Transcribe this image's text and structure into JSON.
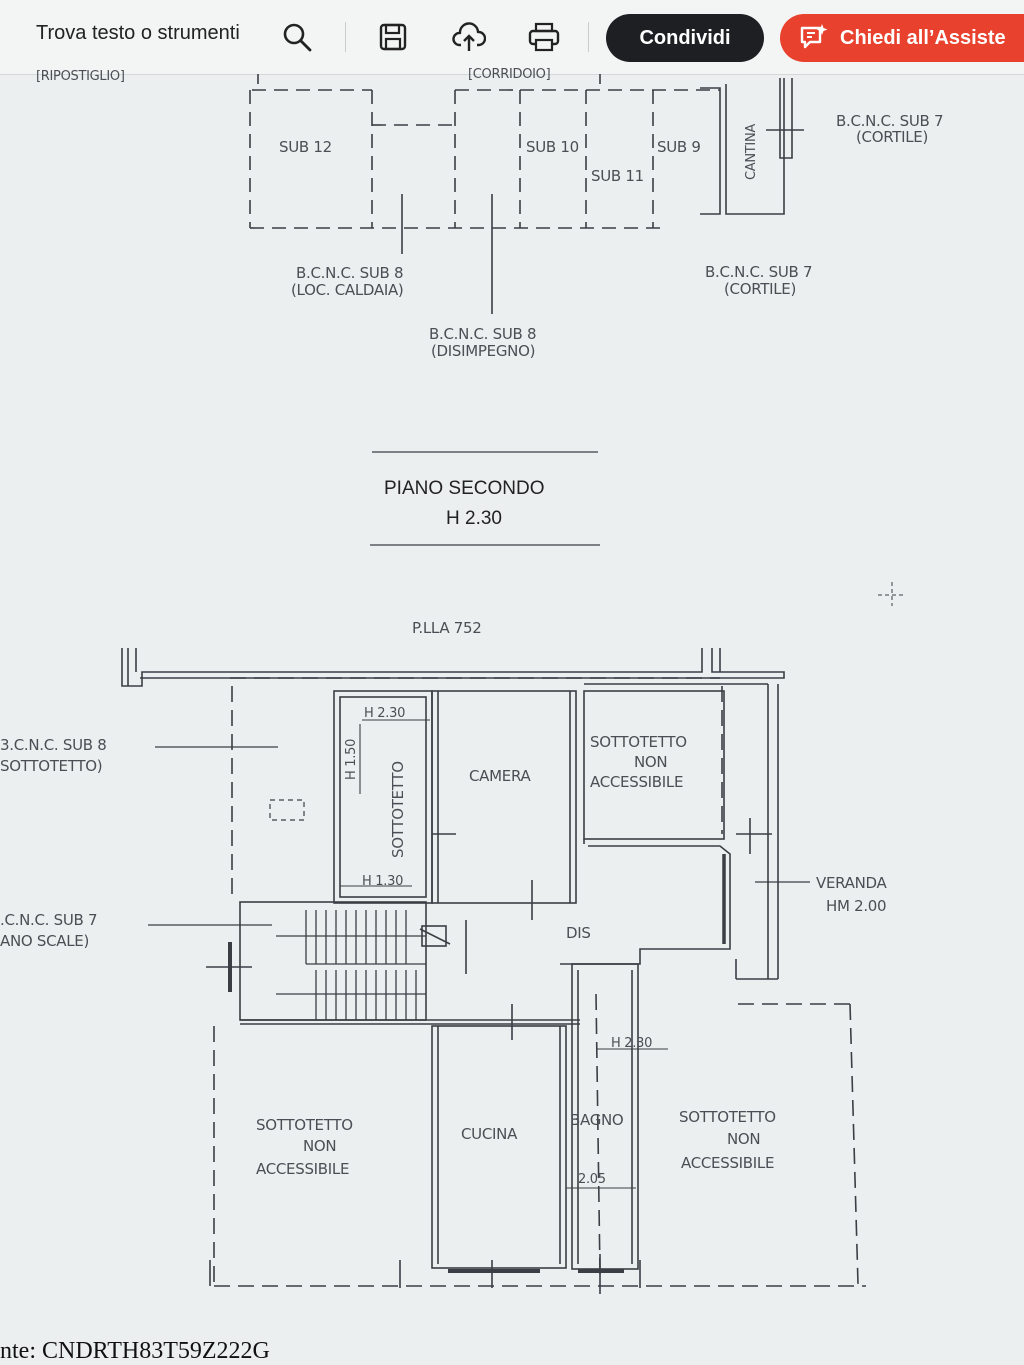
{
  "toolbar": {
    "search_label": "Trova testo o strumenti",
    "search_icon": "search-icon",
    "save_icon": "save-icon",
    "upload_icon": "cloud-upload-icon",
    "print_icon": "print-icon",
    "share_label": "Condividi",
    "ai_label": "Chiedi all’Assiste",
    "ai_icon": "ai-assistant-icon"
  },
  "plan_top": {
    "ripostiglio": "[RIPOSTIGLIO]",
    "corridoio": "[CORRIDOIO]",
    "sub12": "SUB 12",
    "sub10": "SUB 10",
    "sub11": "SUB 11",
    "sub9": "SUB 9",
    "cantina": "CANTINA",
    "bcnc_sub7_cortile_right_1": "B.C.N.C. SUB 7",
    "bcnc_sub7_cortile_right_2": "(CORTILE)",
    "bcnc_sub8_caldaia_1": "B.C.N.C. SUB 8",
    "bcnc_sub8_caldaia_2": "(LOC. CALDAIA)",
    "bcnc_sub7_cortile_1": "B.C.N.C. SUB 7",
    "bcnc_sub7_cortile_2": "(CORTILE)",
    "bcnc_sub8_disimpegno_1": "B.C.N.C. SUB 8",
    "bcnc_sub8_disimpegno_2": "(DISIMPEGNO)"
  },
  "plan_title": {
    "line1": "PIANO SECONDO",
    "line2": "H 2.30"
  },
  "plan_second": {
    "plla": "P.LLA 752",
    "bcnc_sub8_sottotetto_1": "3.C.N.C. SUB 8",
    "bcnc_sub8_sottotetto_2": "SOTTOTETTO)",
    "h230_top": "H 2.30",
    "h150": "H 1.50",
    "sottotetto_vertical": "SOTTOTETTO",
    "h130": "H 1.30",
    "camera": "CAMERA",
    "sott_non_acc_1": "SOTTOTETTO",
    "sott_non_acc_2": "NON",
    "sott_non_acc_3": "ACCESSIBILE",
    "veranda_1": "VERANDA",
    "veranda_2": "HM 2.00",
    "bcnc_sub7_scale_1": ".C.N.C. SUB 7",
    "bcnc_sub7_scale_2": "ANO SCALE)",
    "dis": "DIS",
    "h230_bagno": "H 2.30",
    "sott_left_1": "SOTTOTETTO",
    "sott_left_2": "NON",
    "sott_left_3": "ACCESSIBILE",
    "cucina": "CUCINA",
    "bagno": "BAGNO",
    "h205": "2.05",
    "sott_right_1": "SOTTOTETTO",
    "sott_right_2": "NON",
    "sott_right_3": "ACCESSIBILE"
  },
  "footer": {
    "fiscal_code": "nte: CNDRTH83T59Z222G"
  }
}
